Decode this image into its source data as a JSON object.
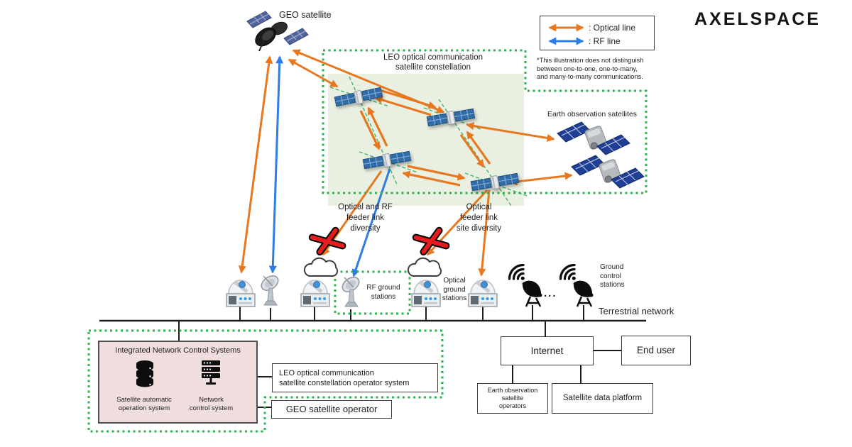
{
  "brand": {
    "logo_text": "AXELSPACE"
  },
  "legend": {
    "optical_label": ": Optical line",
    "rf_label": ": RF line",
    "note": "*This illustration does not distinguish\nbetween one-to-one, one-to-many,\nand many-to-many communications.",
    "optical_color": "#e87820",
    "rf_color": "#2e7de5"
  },
  "space_segment": {
    "geo_label": "GEO satellite",
    "constellation_title": "LEO optical communication\nsatellite constellation",
    "earth_observation_label": "Earth observation satellites"
  },
  "feeder_links": {
    "optical_rf_diversity": "Optical and RF\nfeeder link\ndiversity",
    "optical_site_diversity": "Optical\nfeeder link\nsite diversity"
  },
  "ground_segment": {
    "rf_ground_stations": "RF ground\nstations",
    "optical_ground_stations": "Optical\nground\nstations",
    "ground_control_stations": "Ground\ncontrol\nstations",
    "ellipsis": "...",
    "terrestrial_network": "Terrestrial network"
  },
  "control_systems": {
    "title": "Integrated Network Control Systems",
    "satellite_automatic": "Satellite automatic\noperation system",
    "network_control": "Network\ncontrol system"
  },
  "operators": {
    "leo_operator_system": "LEO optical communication\nsatellite constellation operator system",
    "geo_operator": "GEO satellite operator",
    "eo_operators": "Earth observation\nsatellite\noperators",
    "data_platform": "Satellite data platform"
  },
  "network": {
    "internet": "Internet",
    "end_user": "End user"
  },
  "colors": {
    "optical": "#e87820",
    "rf": "#2e7de5",
    "dotted_green": "#2cb34f",
    "pale_green_fill": "#e9f0e2",
    "pink_fill": "#f0dede",
    "blocked_x": "#e41c1c"
  }
}
